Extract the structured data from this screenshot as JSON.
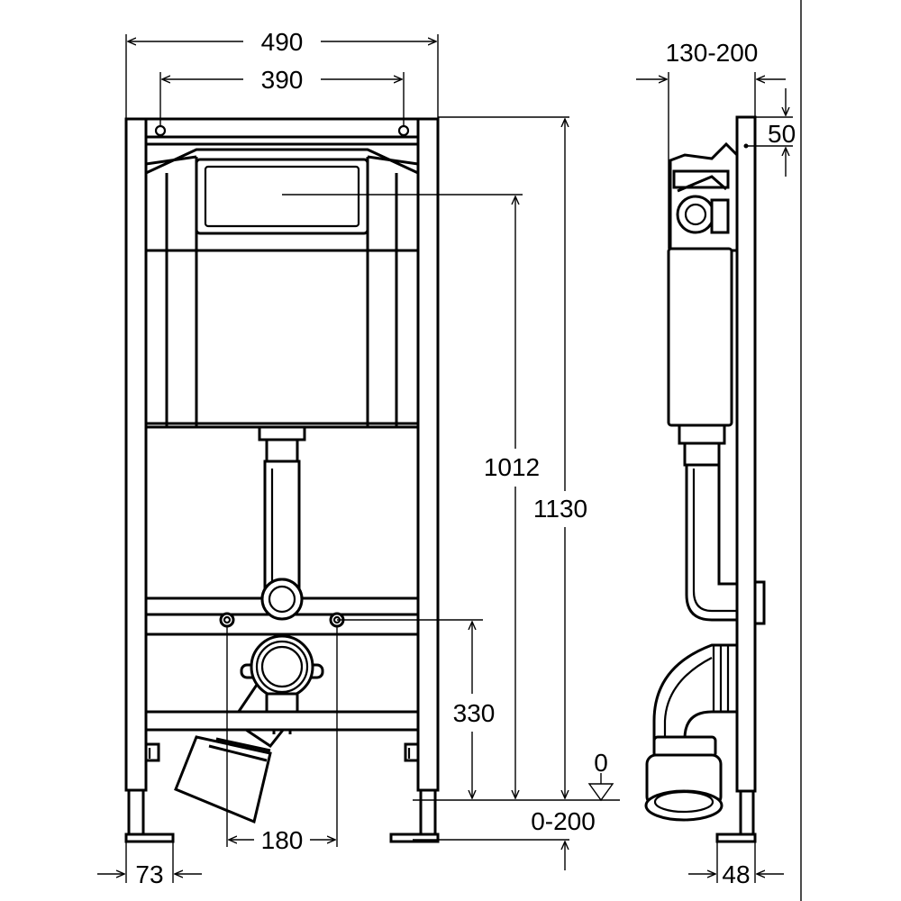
{
  "dimensions": {
    "total_width": "490",
    "fixing_width": "390",
    "depth_range": "130-200",
    "top_offset": "50",
    "flush_height": "1012",
    "total_height": "1130",
    "fixing_height": "330",
    "floor_zero": "0",
    "leg_range": "0-200",
    "drain_offset": "180",
    "foot_width": "73",
    "side_foot_width": "48"
  },
  "colors": {
    "line": "#000000",
    "background": "#ffffff"
  }
}
